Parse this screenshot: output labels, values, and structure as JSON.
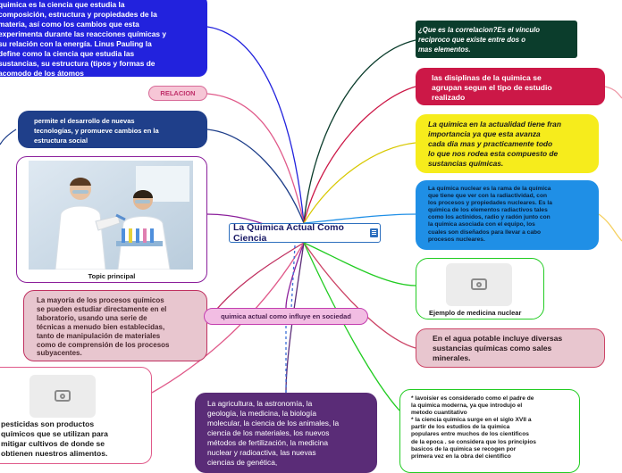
{
  "central_topic": "La Quimica Actual Como Ciencia",
  "nodes": {
    "definition": "quimica es la ciencia que estudia la\ncomposición, estructura y propiedades de la\nmateria, así como los cambios que esta\nexperimenta durante las reacciones químicas y\nsu relación con la energía. Linus Pauling la\ndefine como la ciencia que estudia las\nsustancias, su estructura (tipos y formas de\nacomodo de los átomos",
    "relacion": "RELACION",
    "desarrollo": "permite el desarrollo de nuevas\ntecnologías, y promueve cambios en la\nestructura social",
    "topic_principal": "Topic principal",
    "procesos": "La mayoría de los procesos químicos\nse pueden estudiar directamente en el\nlaboratorio, usando una serie de\ntécnicas a menudo bien establecidas,\ntanto de manipulación de materiales\ncomo de comprensión de los procesos\nsubyacentes.",
    "influye": "quimica actual como influye en  sociedad",
    "pesticidas": "pesticidas son productos\nquímicos que se utilizan para\nmitigar cultivos de donde se\nobtienen nuestros alimentos.",
    "agricultura": "La agricultura, la astronomía, la\ngeología, la medicina, la biología\nmolecular, la ciencia de los animales, la\nciencia de los materiales, los nuevos\nmétodos de fertilización, la medicina\nnuclear y radioactiva, las nuevas\nciencias de genética,",
    "correlacion": "¿Que es la correlacion?Es el vinculo\nreciproco que existe entre dos o\nmas elementos.",
    "disciplinas": "las disiplinas de la quimica se\nagrupan segun el tipo de estudio\nrealizado",
    "actualidad": "La quimica en la actualidad tiene fran\nimportancia ya que esta avanza\ncada dia mas y practicamente todo\nlo que nos rodea esta compuesto de\nsustancias químicas.",
    "nuclear": "La química nuclear es la rama de la química\nque tiene que ver con la radiactividad, con\nlos procesos y propiedades nucleares. Es la\nquímica de los elementos radiactivos tales\ncomo los actínidos, radio y radón junto con\nla química asociada con el equipo, los\ncuales son diseñados para llevar a cabo\nprocesos nucleares.",
    "medicina_nuclear": "Ejemplo de medicina nuclear",
    "agua": "En el agua potable incluye diversas\nsustancias químicas como sales\nminerales.",
    "lavoisier": "* lavoisier es considerado como el padre de\nla quimica moderna, ya que introdujo el\nmetodo cuantitativo\n* la ciencia quimica surge en el siglo XVII a\npartir de los estudios de la quimica\npopulares entre muchos de los cientificos\nde la epoca . se considera que los principios\nbasicos de la quimica se recogen  por\nprimera vez en la obra del cientifico"
  },
  "colors": {
    "blue": "#2222dd",
    "navy": "#1f3f8a",
    "purple": "#8b1f9b",
    "pink": "#e8c6cf",
    "dark_green": "#0b3d2c",
    "crimson": "#cc1847",
    "yellow": "#f6ec1c",
    "sky": "#1f8fe6",
    "green": "#22cc22",
    "dark_purple": "#5a2c77",
    "center_border": "#2d6fbe"
  }
}
